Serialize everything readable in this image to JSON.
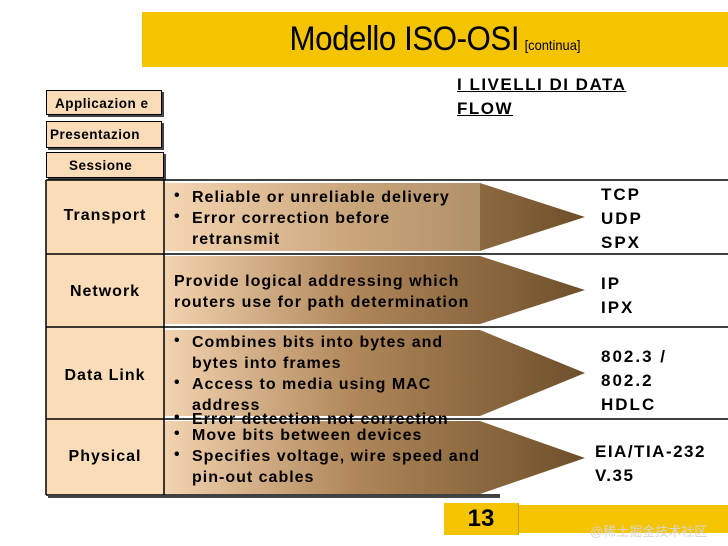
{
  "title": {
    "main": "Modello ISO-OSI",
    "sub": "[continua]"
  },
  "heading": {
    "line1": "I LIVELLI DI DATA",
    "line2": "FLOW"
  },
  "upper_layers": [
    "Applicazion e",
    "Presentazion",
    "Sessione"
  ],
  "layers": [
    {
      "name": "Transport",
      "items": [
        "Reliable or unreliable delivery",
        "Error correction before",
        "retransmit"
      ],
      "protocols": [
        "TCP",
        "UDP",
        "SPX"
      ]
    },
    {
      "name": "Network",
      "items": [
        "Provide logical addressing which",
        "routers use for path determination"
      ],
      "protocols": [
        "IP",
        "IPX"
      ]
    },
    {
      "name": "Data Link",
      "items": [
        "Combines bits into bytes and",
        "bytes into frames",
        "Access to media using MAC",
        "address",
        "Error detection not correction"
      ],
      "protocols": [
        "802.3 /",
        "802.2",
        "HDLC"
      ]
    },
    {
      "name": "Physical",
      "items": [
        "Move bits between devices",
        "Specifies voltage, wire speed and",
        "pin-out cables"
      ],
      "protocols": [
        "EIA/TIA-232",
        "V.35"
      ]
    }
  ],
  "page_number": "13",
  "watermark": "@稀土掘金技术社区",
  "colors": {
    "accent_yellow": "#f5c400",
    "layer_fill": "#fadcb8",
    "arrow_dark": "#6e4f2a",
    "arrow_light": "#c9a571"
  }
}
